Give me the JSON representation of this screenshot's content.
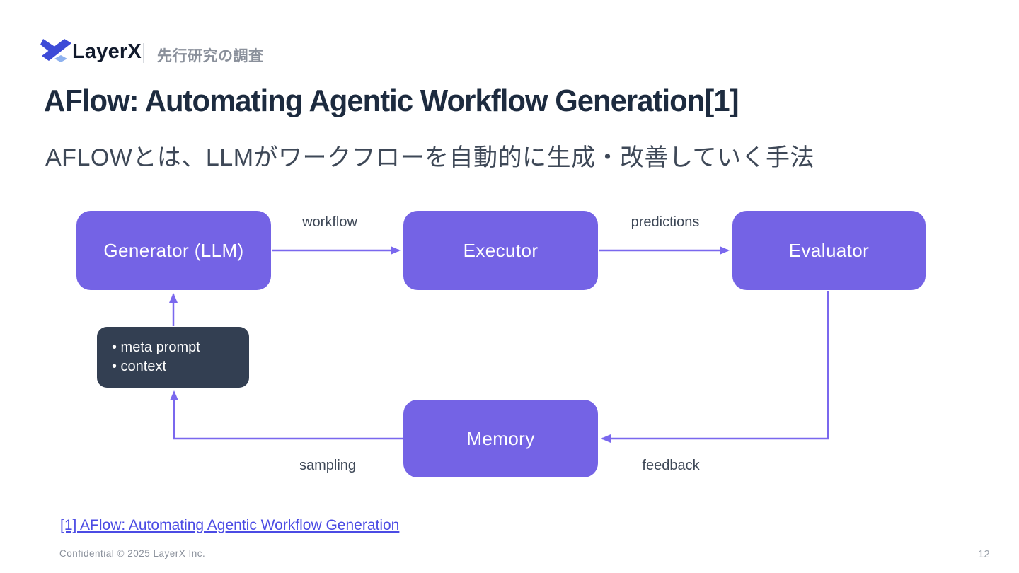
{
  "header": {
    "logo_text": "LayerX",
    "section_label": "先行研究の調査"
  },
  "title": "AFlow: Automating Agentic Workflow Generation[1]",
  "subtitle": "AFLOWとは、LLMがワークフローを自動的に生成・改善していく手法",
  "diagram": {
    "nodes": [
      {
        "id": "generator",
        "label": "Generator (LLM)"
      },
      {
        "id": "executor",
        "label": "Executor"
      },
      {
        "id": "evaluator",
        "label": "Evaluator"
      },
      {
        "id": "memory",
        "label": "Memory"
      }
    ],
    "note_box": {
      "lines": [
        "• meta prompt",
        "• context"
      ]
    },
    "edge_labels": {
      "workflow": "workflow",
      "predictions": "predictions",
      "sampling": "sampling",
      "feedback": "feedback"
    }
  },
  "footer": {
    "reference_link": "[1] AFlow: Automating Agentic Workflow Generation",
    "confidential": "Confidential © 2025 LayerX Inc.",
    "page_number": "12"
  },
  "colors": {
    "accent_purple": "#7463E5",
    "arrow_purple": "#7A68EE",
    "note_dark": "#333F52",
    "title_text": "#1D2B3F",
    "body_text": "#3E4857",
    "muted_text": "#8A909B",
    "link_blue": "#4B4BE4",
    "logo_blue": "#3D4BD7",
    "logo_light_blue": "#8FB2EF",
    "separator_gray": "#D8DBE0"
  }
}
